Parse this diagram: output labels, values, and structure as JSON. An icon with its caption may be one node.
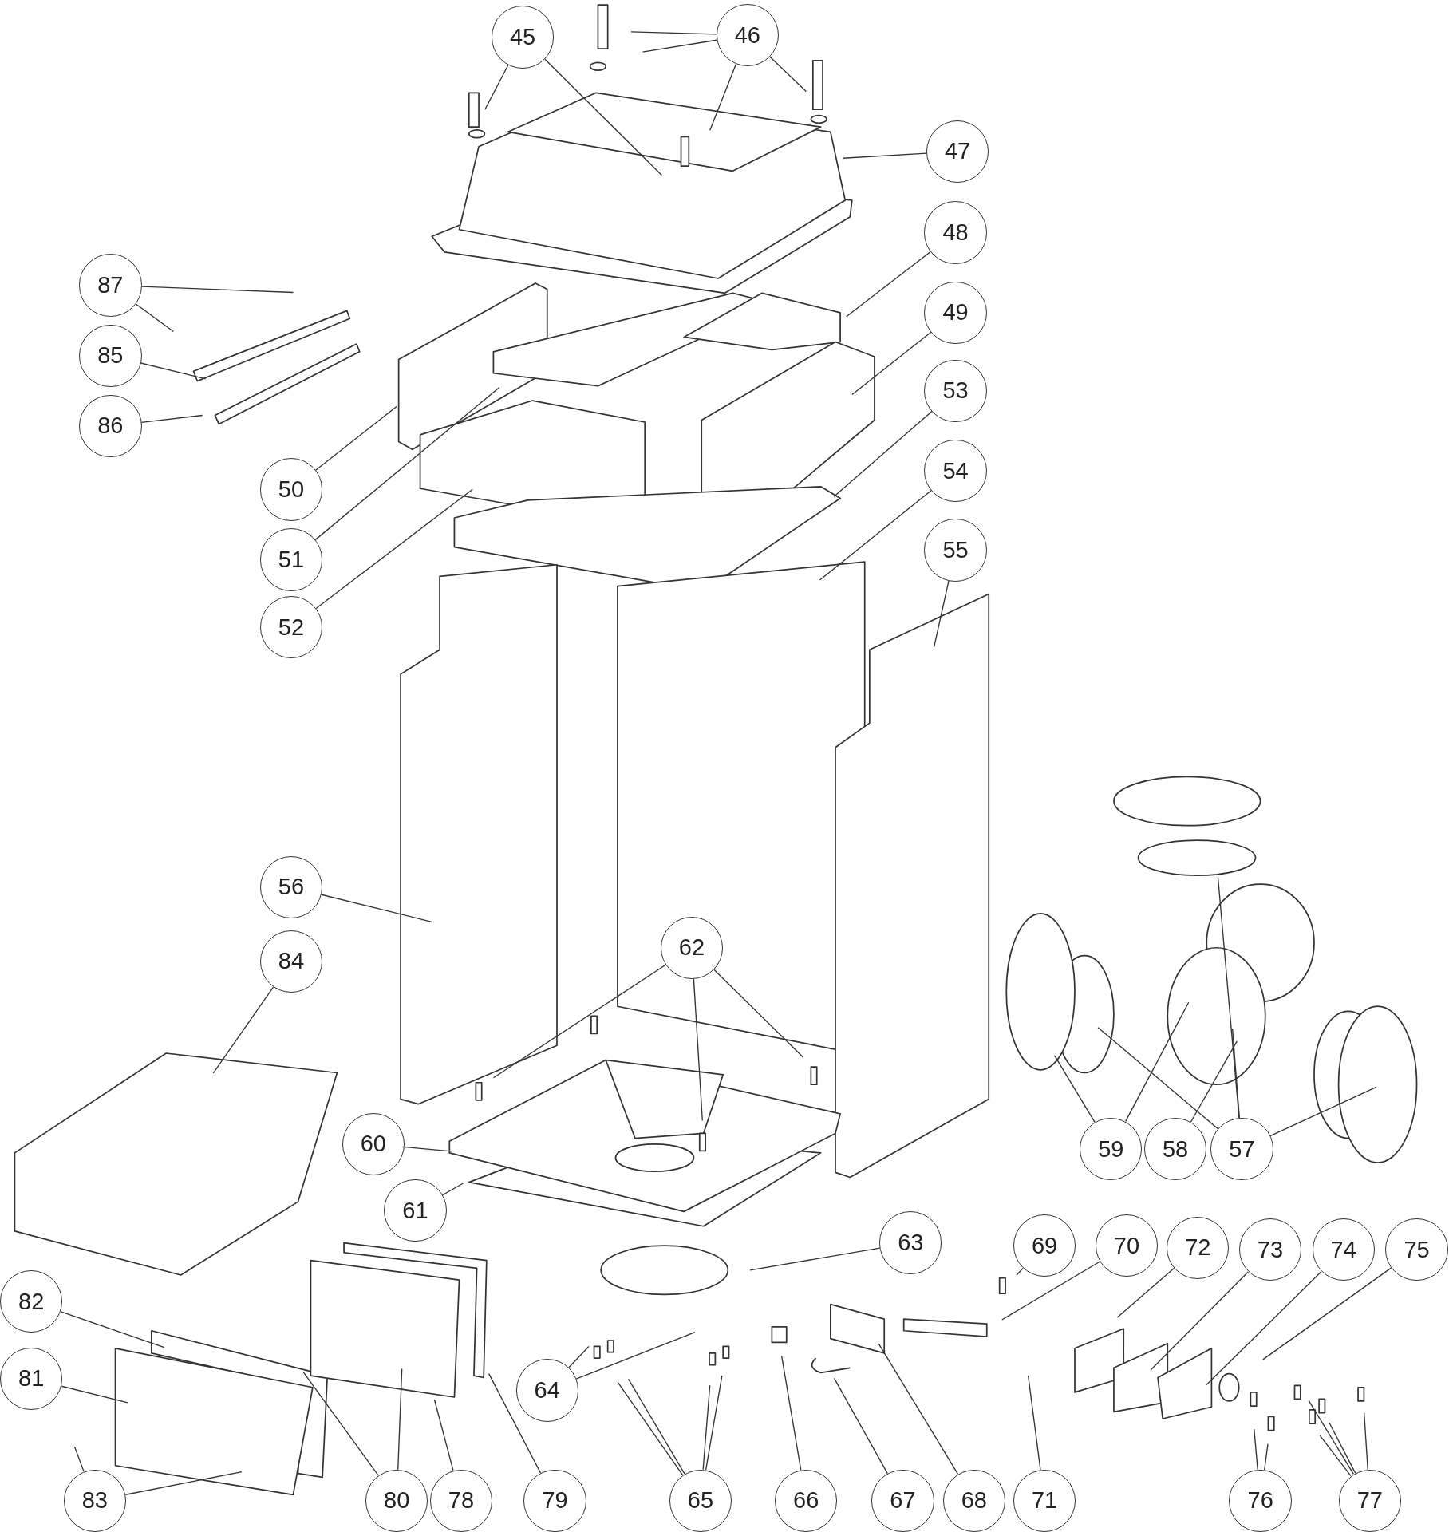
{
  "diagram": {
    "nodes": [
      {
        "text": [
          "45"
        ]
      },
      {
        "text": [
          "46"
        ]
      },
      {
        "text": [
          "47"
        ]
      },
      {
        "text": [
          "48"
        ]
      },
      {
        "text": [
          "87"
        ]
      },
      {
        "text": [
          "49"
        ]
      },
      {
        "text": [
          "85"
        ]
      },
      {
        "text": [
          "53"
        ]
      },
      {
        "text": [
          "86"
        ]
      },
      {
        "text": [
          "50"
        ]
      },
      {
        "text": [
          "54"
        ]
      },
      {
        "text": [
          "55"
        ]
      },
      {
        "text": [
          "51"
        ]
      },
      {
        "text": [
          "52"
        ]
      },
      {
        "text": [
          "56"
        ]
      },
      {
        "text": [
          "62"
        ]
      },
      {
        "text": [
          "84"
        ]
      },
      {
        "text": [
          "60"
        ]
      },
      {
        "text": [
          "59"
        ]
      },
      {
        "text": [
          "58"
        ]
      },
      {
        "text": [
          "57"
        ]
      },
      {
        "text": [
          "61"
        ]
      },
      {
        "text": [
          "63"
        ]
      },
      {
        "text": [
          "69"
        ]
      },
      {
        "text": [
          "70"
        ]
      },
      {
        "text": [
          "72"
        ]
      },
      {
        "text": [
          "73"
        ]
      },
      {
        "text": [
          "74"
        ]
      },
      {
        "text": [
          "75"
        ]
      },
      {
        "text": [
          "82"
        ]
      },
      {
        "text": [
          "81"
        ]
      },
      {
        "text": [
          "64"
        ]
      },
      {
        "text": [
          "83"
        ]
      },
      {
        "text": [
          "80"
        ]
      },
      {
        "text": [
          "78"
        ]
      },
      {
        "text": [
          "79"
        ]
      },
      {
        "text": [
          "65"
        ]
      },
      {
        "text": [
          "66"
        ]
      },
      {
        "text": [
          "67"
        ]
      },
      {
        "text": [
          "68"
        ]
      },
      {
        "text": [
          "71"
        ]
      },
      {
        "text": [
          "76"
        ]
      },
      {
        "text": [
          "77"
        ]
      }
    ],
    "edges": [
      {
        "from": 0,
        "to": null,
        "arrow": "none"
      },
      {
        "from": 0,
        "to": null,
        "arrow": "none"
      },
      {
        "from": 1,
        "to": null,
        "arrow": "none"
      },
      {
        "from": 1,
        "to": null,
        "arrow": "none"
      },
      {
        "from": 1,
        "to": null,
        "arrow": "none"
      },
      {
        "from": 1,
        "to": null,
        "arrow": "none"
      },
      {
        "from": 2,
        "to": null,
        "arrow": "none"
      },
      {
        "from": 3,
        "to": null,
        "arrow": "none"
      },
      {
        "from": 4,
        "to": null,
        "arrow": "none"
      },
      {
        "from": 4,
        "to": null,
        "arrow": "none"
      },
      {
        "from": 5,
        "to": null,
        "arrow": "none"
      },
      {
        "from": 6,
        "to": null,
        "arrow": "none"
      },
      {
        "from": 7,
        "to": null,
        "arrow": "none"
      },
      {
        "from": 8,
        "to": null,
        "arrow": "none"
      },
      {
        "from": 9,
        "to": null,
        "arrow": "none"
      },
      {
        "from": 10,
        "to": null,
        "arrow": "none"
      },
      {
        "from": 11,
        "to": null,
        "arrow": "none"
      },
      {
        "from": 12,
        "to": null,
        "arrow": "none"
      },
      {
        "from": 13,
        "to": null,
        "arrow": "none"
      },
      {
        "from": 14,
        "to": null,
        "arrow": "none"
      },
      {
        "from": 15,
        "to": null,
        "arrow": "none"
      },
      {
        "from": 15,
        "to": null,
        "arrow": "none"
      },
      {
        "from": 15,
        "to": null,
        "arrow": "none"
      },
      {
        "from": 16,
        "to": null,
        "arrow": "none"
      },
      {
        "from": 17,
        "to": null,
        "arrow": "none"
      },
      {
        "from": 18,
        "to": null,
        "arrow": "none"
      },
      {
        "from": 18,
        "to": null,
        "arrow": "none"
      },
      {
        "from": 19,
        "to": null,
        "arrow": "none"
      },
      {
        "from": 20,
        "to": null,
        "arrow": "none"
      },
      {
        "from": 20,
        "to": null,
        "arrow": "none"
      },
      {
        "from": 20,
        "to": null,
        "arrow": "none"
      },
      {
        "from": 20,
        "to": null,
        "arrow": "none"
      },
      {
        "from": 21,
        "to": null,
        "arrow": "none"
      },
      {
        "from": 22,
        "to": null,
        "arrow": "none"
      },
      {
        "from": 23,
        "to": null,
        "arrow": "none"
      },
      {
        "from": 24,
        "to": null,
        "arrow": "none"
      },
      {
        "from": 25,
        "to": null,
        "arrow": "none"
      },
      {
        "from": 26,
        "to": null,
        "arrow": "none"
      },
      {
        "from": 27,
        "to": null,
        "arrow": "none"
      },
      {
        "from": 28,
        "to": null,
        "arrow": "none"
      },
      {
        "from": 29,
        "to": null,
        "arrow": "none"
      },
      {
        "from": 30,
        "to": null,
        "arrow": "none"
      },
      {
        "from": 31,
        "to": null,
        "arrow": "none"
      },
      {
        "from": 31,
        "to": null,
        "arrow": "none"
      },
      {
        "from": 32,
        "to": null,
        "arrow": "none"
      },
      {
        "from": 32,
        "to": null,
        "arrow": "none"
      },
      {
        "from": 33,
        "to": null,
        "arrow": "none"
      },
      {
        "from": 33,
        "to": null,
        "arrow": "none"
      },
      {
        "from": 34,
        "to": null,
        "arrow": "none"
      },
      {
        "from": 35,
        "to": null,
        "arrow": "none"
      },
      {
        "from": 36,
        "to": null,
        "arrow": "none"
      },
      {
        "from": 36,
        "to": null,
        "arrow": "none"
      },
      {
        "from": 36,
        "to": null,
        "arrow": "none"
      },
      {
        "from": 36,
        "to": null,
        "arrow": "none"
      },
      {
        "from": 37,
        "to": null,
        "arrow": "none"
      },
      {
        "from": 38,
        "to": null,
        "arrow": "none"
      },
      {
        "from": 39,
        "to": null,
        "arrow": "none"
      },
      {
        "from": 40,
        "to": null,
        "arrow": "none"
      },
      {
        "from": 41,
        "to": null,
        "arrow": "none"
      },
      {
        "from": 41,
        "to": null,
        "arrow": "none"
      },
      {
        "from": 42,
        "to": null,
        "arrow": "none"
      },
      {
        "from": 42,
        "to": null,
        "arrow": "none"
      },
      {
        "from": 42,
        "to": null,
        "arrow": "none"
      },
      {
        "from": 42,
        "to": null,
        "arrow": "none"
      }
    ]
  }
}
